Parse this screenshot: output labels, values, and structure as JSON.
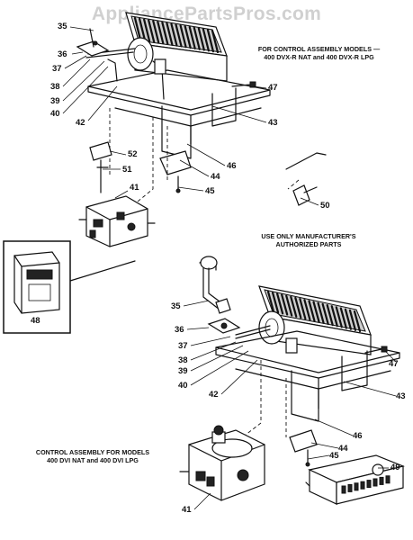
{
  "watermark": "AppliancePartsPros.com",
  "notes": {
    "dvxr_line1": "FOR CONTROL ASSEMBLY MODELS —",
    "dvxr_line2": "400 DVX-R NAT and 400 DVX-R LPG",
    "authorized_line1": "USE ONLY MANUFACTURER'S",
    "authorized_line2": "AUTHORIZED PARTS",
    "dvi_line1": "CONTROL ASSEMBLY FOR MODELS",
    "dvi_line2": "400 DVI NAT and 400 DVI LPG"
  },
  "callouts_top": [
    "35",
    "36",
    "37",
    "38",
    "39",
    "40",
    "42",
    "47",
    "43",
    "46",
    "44",
    "45",
    "52",
    "51",
    "41",
    "50"
  ],
  "callouts_bottom": [
    "35",
    "36",
    "37",
    "38",
    "39",
    "40",
    "42",
    "47",
    "43",
    "46",
    "44",
    "45",
    "49",
    "41"
  ],
  "callout_inset": "48"
}
